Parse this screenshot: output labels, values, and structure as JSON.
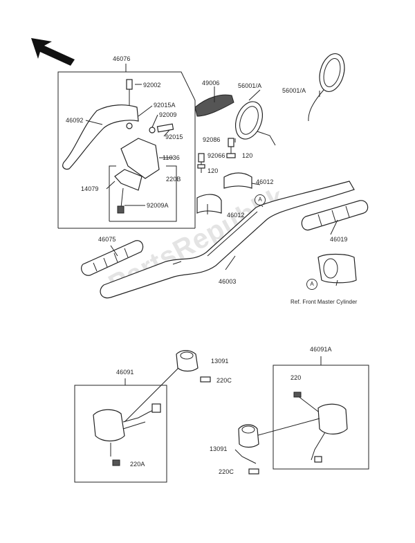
{
  "watermark": "PartsRepublik",
  "callout_letter": "A",
  "labels": {
    "l46076": "46076",
    "l92002": "92002",
    "l92015A": "92015A",
    "l92009": "92009",
    "l92015": "92015",
    "l46092": "46092",
    "l11036": "11036",
    "l220B": "220B",
    "l14079": "14079",
    "l92009A": "92009A",
    "l49006": "49006",
    "l56001A_mid": "56001/A",
    "l56001A_right": "56001/A",
    "l92086": "92086",
    "l92066": "92066",
    "l120_a": "120",
    "l120_b": "120",
    "l46012_a": "46012",
    "l46012_b": "46012",
    "l46075": "46075",
    "l46019": "46019",
    "l46003": "46003",
    "ref_note": "Ref. Front Master Cylinder",
    "l13091_top": "13091",
    "l220C_top": "220C",
    "l46091": "46091",
    "l220A": "220A",
    "l46091A": "46091A",
    "l220": "220",
    "l13091_bottom": "13091",
    "l220C_bottom": "220C"
  }
}
